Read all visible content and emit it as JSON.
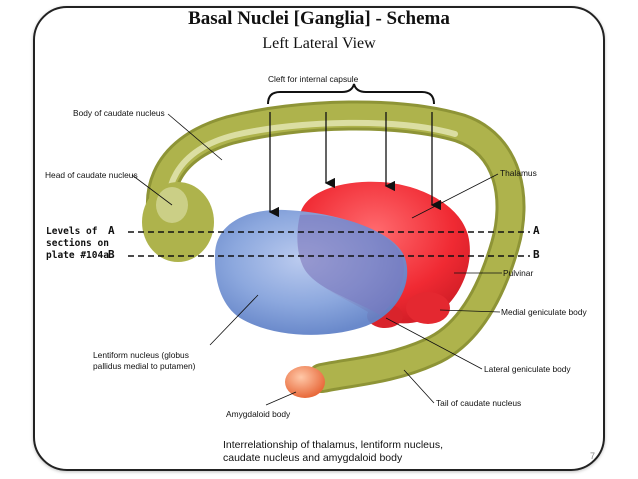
{
  "title": "Basal Nuclei [Ganglia] - Schema",
  "subtitle": "Left Lateral View",
  "labels": {
    "cleft": "Cleft for internal capsule",
    "body_caudate": "Body of caudate nucleus",
    "head_caudate": "Head of caudate nucleus",
    "levels_line1": "Levels of",
    "levels_line2": "sections on",
    "levels_line3": "plate #104a",
    "level_a": "A",
    "level_b": "B",
    "thalamus": "Thalamus",
    "pulvinar": "Pulvinar",
    "medial_geniculate": "Medial geniculate body",
    "lateral_geniculate": "Lateral geniculate body",
    "lentiform_line1": "Lentiform nucleus (globus",
    "lentiform_line2": "pallidus medial to putamen)",
    "amygdaloid": "Amygdaloid body",
    "tail_caudate": "Tail of caudate nucleus"
  },
  "caption_line1": "Interrelationship of thalamus, lentiform nucleus,",
  "caption_line2": "caudate nucleus and amygdaloid body",
  "page_number": "7",
  "colors": {
    "caudate": "#a8ad45",
    "caudate_highlight": "#e6e9b8",
    "thalamus": "#f2343c",
    "lentiform": "#7f9ed8",
    "amygdala": "#f08a5a",
    "frame": "#222222"
  }
}
